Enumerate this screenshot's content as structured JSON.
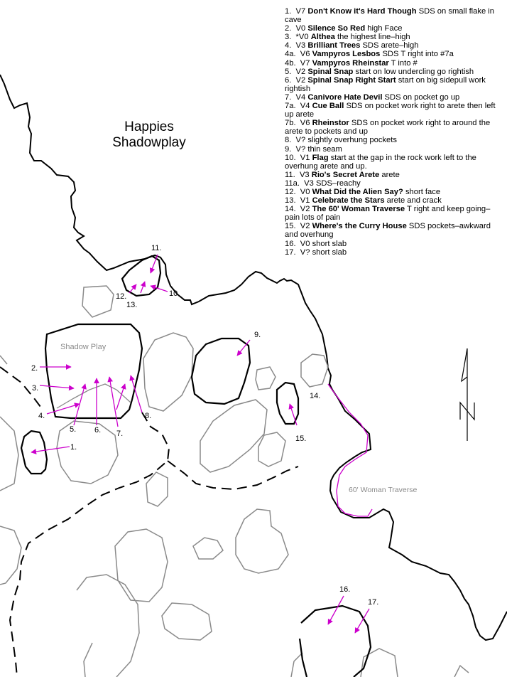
{
  "area": {
    "title": "Happies",
    "subtitle": "Shadowplay"
  },
  "boulder_labels": {
    "shadow_play": "Shadow Play",
    "traverse": "60' Woman Traverse"
  },
  "north_label": "N",
  "colors": {
    "boulder_main": "#000000",
    "boulder_other": "#8a8a8a",
    "route_arrow": "#cc00cc",
    "text": "#000000"
  },
  "route_markers": {
    "r1": "1.",
    "r2": "2.",
    "r3": "3.",
    "r4": "4.",
    "r5": "5.",
    "r6": "6.",
    "r7": "7.",
    "r8": "8.",
    "r9": "9.",
    "r10": "10.",
    "r11": "11.",
    "r12": "12.",
    "r13": "13.",
    "r14": "14.",
    "r15": "15.",
    "r16": "16.",
    "r17": "17."
  },
  "routes": [
    {
      "num": "1.",
      "grade": "V7",
      "name": "Don't Know it's Hard Though",
      "desc": "SDS on small flake in cave"
    },
    {
      "num": "2.",
      "grade": "V0",
      "name": "Silence So Red",
      "desc": "high Face"
    },
    {
      "num": "3.",
      "grade": "*V0",
      "name": "Althea",
      "desc": "the highest line–high"
    },
    {
      "num": "4.",
      "grade": "V3",
      "name": "Brilliant Trees",
      "desc": "SDS arete–high"
    },
    {
      "num": "4a.",
      "grade": "V6",
      "name": "Vampyros Lesbos",
      "desc": "SDS T right into #7a"
    },
    {
      "num": "4b.",
      "grade": "V7",
      "name": "Vampyros Rheinstar",
      "desc": "T into #"
    },
    {
      "num": "5.",
      "grade": "V2",
      "name": "Spinal Snap",
      "desc": "start on low undercling go rightish"
    },
    {
      "num": "6.",
      "grade": "V2",
      "name": "Spinal Snap Right Start",
      "desc": "start on big sidepull work rightish"
    },
    {
      "num": "7.",
      "grade": "V4",
      "name": "Canivore Hate Devil",
      "desc": "SDS on pocket go up"
    },
    {
      "num": "7a.",
      "grade": "V4",
      "name": "Cue Ball",
      "desc": "SDS on pocket work right to arete then left up arete"
    },
    {
      "num": "7b.",
      "grade": "V6",
      "name": "Rheinstor",
      "desc": "SDS on pocket work right to around the arete to pockets and up"
    },
    {
      "num": "8.",
      "grade": "V?",
      "name": "",
      "desc": "slightly overhung pockets"
    },
    {
      "num": "9.",
      "grade": "V?",
      "name": "",
      "desc": "thin seam"
    },
    {
      "num": "10.",
      "grade": "V1",
      "name": "Flag",
      "desc": "start at the gap in the rock work left to the overhung arete and up."
    },
    {
      "num": "11.",
      "grade": "V3",
      "name": "Rio's Secret Arete",
      "desc": "arete"
    },
    {
      "num": "11a.",
      "grade": "V3",
      "name": "",
      "desc": "SDS–reachy"
    },
    {
      "num": "12.",
      "grade": "V0",
      "name": "What Did the Alien Say?",
      "desc": "short face"
    },
    {
      "num": "13.",
      "grade": "V1",
      "name": "Celebrate the Stars",
      "desc": "arete and crack"
    },
    {
      "num": "14.",
      "grade": "V2",
      "name": "The 60' Woman Traverse",
      "desc": "T right and keep going–pain lots of pain"
    },
    {
      "num": "15.",
      "grade": "V2",
      "name": "Where's the Curry House",
      "desc": "SDS pockets–awkward and overhung"
    },
    {
      "num": "16.",
      "grade": "V0",
      "name": "",
      "desc": "short slab"
    },
    {
      "num": "17.",
      "grade": "V?",
      "name": "",
      "desc": "short slab"
    }
  ]
}
